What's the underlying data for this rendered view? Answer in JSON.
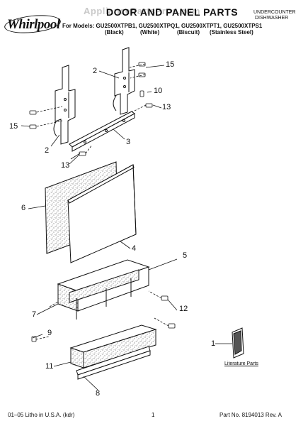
{
  "header": {
    "watermark": "AppliancePartsPros.com",
    "brand": "Whirlpool",
    "title": "DOOR AND PANEL PARTS",
    "appliance_type_line1": "UNDERCOUNTER",
    "appliance_type_line2": "DISHWASHER",
    "models_line": "For Models: GU2500XTPB1, GU2500XTPQ1, GU2500XTPT1, GU2500XTPS1",
    "colors": [
      "(Black)",
      "(White)",
      "(Biscuit)",
      "(Stainless Steel)"
    ]
  },
  "callouts": {
    "c1": "1",
    "c2a": "2",
    "c2b": "2",
    "c3": "3",
    "c4": "4",
    "c5": "5",
    "c6": "6",
    "c7": "7",
    "c8": "8",
    "c9": "9",
    "c10": "10",
    "c11": "11",
    "c12": "12",
    "c13a": "13",
    "c13b": "13",
    "c15a": "15",
    "c15b": "15"
  },
  "literature_label": "Literature Parts",
  "footer": {
    "left": "01–05 Litho in U.S.A. (kdr)",
    "center": "1",
    "right": "Part No. 8194013 Rev. A"
  },
  "colors": {
    "line": "#111111",
    "fill": "#ffffff",
    "texture": "#666666"
  }
}
